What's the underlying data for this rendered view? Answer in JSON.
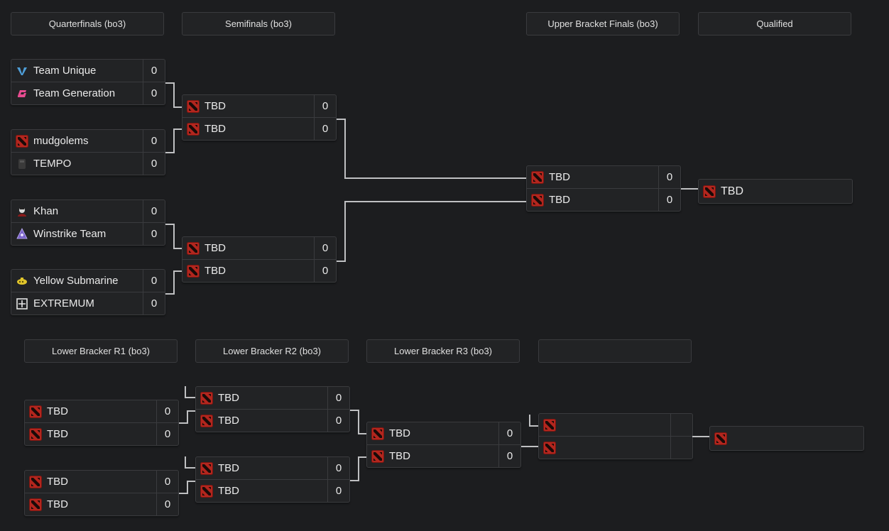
{
  "rounds": {
    "quarterfinals": "Quarterfinals (bo3)",
    "semifinals": "Semifinals (bo3)",
    "ub_finals": "Upper Bracket Finals (bo3)",
    "qualified": "Qualified",
    "lb_r1": "Lower Bracker R1 (bo3)",
    "lb_r2": "Lower Bracker R2 (bo3)",
    "lb_r3": "Lower Bracker R3 (bo3)",
    "lb_r4": ""
  },
  "upper": {
    "qf1": [
      {
        "name": "Team Unique",
        "score": "0",
        "icon": "team-unique-logo"
      },
      {
        "name": "Team Generation",
        "score": "0",
        "icon": "team-generation-logo"
      }
    ],
    "qf2": [
      {
        "name": "mudgolems",
        "score": "0",
        "icon": "dota-logo"
      },
      {
        "name": "TEMPO",
        "score": "0",
        "icon": "tempo-logo"
      }
    ],
    "qf3": [
      {
        "name": "Khan",
        "score": "0",
        "icon": "khan-logo"
      },
      {
        "name": "Winstrike Team",
        "score": "0",
        "icon": "winstrike-logo"
      }
    ],
    "qf4": [
      {
        "name": "Yellow Submarine",
        "score": "0",
        "icon": "yellow-submarine-logo"
      },
      {
        "name": "EXTREMUM",
        "score": "0",
        "icon": "extremum-logo"
      }
    ],
    "sf1": [
      {
        "name": "TBD",
        "score": "0"
      },
      {
        "name": "TBD",
        "score": "0"
      }
    ],
    "sf2": [
      {
        "name": "TBD",
        "score": "0"
      },
      {
        "name": "TBD",
        "score": "0"
      }
    ],
    "final": [
      {
        "name": "TBD",
        "score": "0"
      },
      {
        "name": "TBD",
        "score": "0"
      }
    ],
    "qualified": {
      "name": "TBD"
    }
  },
  "lower": {
    "r1a": [
      {
        "name": "TBD",
        "score": "0"
      },
      {
        "name": "TBD",
        "score": "0"
      }
    ],
    "r1b": [
      {
        "name": "TBD",
        "score": "0"
      },
      {
        "name": "TBD",
        "score": "0"
      }
    ],
    "r2a": [
      {
        "name": "TBD",
        "score": "0"
      },
      {
        "name": "TBD",
        "score": "0"
      }
    ],
    "r2b": [
      {
        "name": "TBD",
        "score": "0"
      },
      {
        "name": "TBD",
        "score": "0"
      }
    ],
    "r3": [
      {
        "name": "TBD",
        "score": "0"
      },
      {
        "name": "TBD",
        "score": "0"
      }
    ],
    "r4": [
      {
        "name": "",
        "score": ""
      },
      {
        "name": "",
        "score": ""
      }
    ],
    "qualified": {
      "name": ""
    }
  },
  "colors": {
    "background": "#1c1d1f",
    "panel": "#222325",
    "border": "#3a3b3e",
    "dota_red": "#b3261e",
    "text": "#eaeaea"
  }
}
